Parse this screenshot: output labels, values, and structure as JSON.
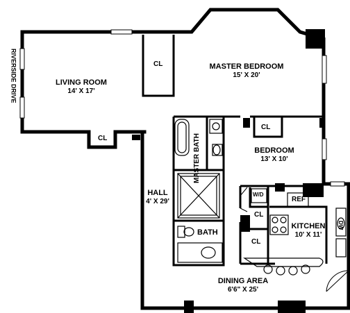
{
  "street": "RIVERSIDE DRIVE",
  "rooms": {
    "living_room": {
      "name": "LIVING ROOM",
      "size": "14' X 17'"
    },
    "master_bedroom": {
      "name": "MASTER BEDROOM",
      "size": "15' X 20'"
    },
    "bedroom": {
      "name": "BEDROOM",
      "size": "13' X 10'"
    },
    "hall": {
      "name": "HALL",
      "size": "4' X 29'"
    },
    "kitchen": {
      "name": "KITCHEN",
      "size": "10' X 11'"
    },
    "dining_area": {
      "name": "DINING AREA",
      "size": "6'6\" X 25'"
    },
    "master_bath": {
      "name": "MASTER BATH"
    },
    "bath": {
      "name": "BATH"
    }
  },
  "closets": {
    "living_room_cl": "CL",
    "master_bedroom_cl": "CL",
    "bedroom_cl": "CL",
    "hall_cl_upper": "CL",
    "hall_cl_lower": "CL"
  },
  "fixtures": {
    "refrigerator": "REF",
    "washer_dryer": "W/D",
    "dishwasher": "DW"
  }
}
